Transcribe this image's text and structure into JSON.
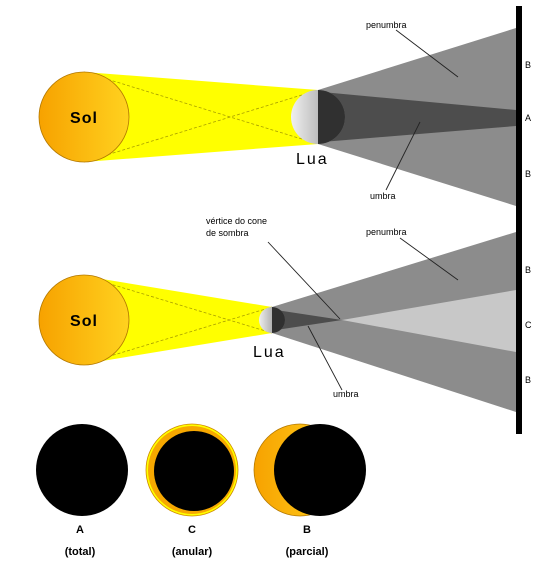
{
  "top": {
    "sun": "Sol",
    "moon": "Lua",
    "penumbra": "penumbra",
    "umbra": "umbra",
    "side": [
      "B",
      "A",
      "B"
    ]
  },
  "bottom": {
    "sun": "Sol",
    "moon": "Lua",
    "vertex_line1": "vértice do cone",
    "vertex_line2": "de sombra",
    "penumbra": "penumbra",
    "umbra": "umbra",
    "side": [
      "B",
      "C",
      "B"
    ]
  },
  "eclipses": [
    {
      "letter": "A",
      "caption": "(total)"
    },
    {
      "letter": "C",
      "caption": "(anular)"
    },
    {
      "letter": "B",
      "caption": "(parcial)"
    }
  ],
  "colors": {
    "sun_light": "#ffd21f",
    "sun_dark": "#f7a200",
    "beam": "#ffff00",
    "penumbra": "#8c8c8c",
    "umbra": "#4d4d4d",
    "antumbra": "#c8c8c8",
    "eclipse_black": "#000000"
  }
}
